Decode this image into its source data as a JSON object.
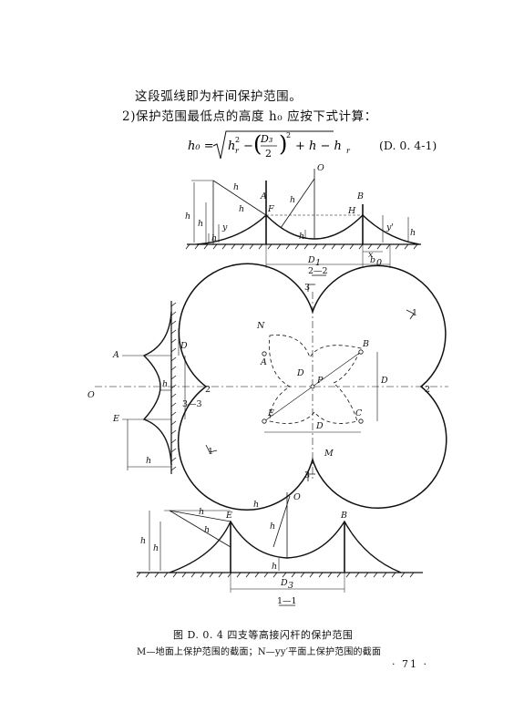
{
  "text": {
    "line1": "这段弧线即为杆间保护范围。",
    "line2": "2)保护范围最低点的高度 h₀ 应按下式计算：",
    "equation_number": "(D. 0. 4-1)"
  },
  "formula": {
    "lhs": "h₀ =",
    "hr": "h",
    "hr_sub": "r",
    "hr_sup": "2",
    "minus": "−",
    "frac_num": "D₃",
    "frac_den": "2",
    "sq": "2",
    "rest": "+ h − h",
    "rest_sub": "r"
  },
  "figure": {
    "sec22": "2—2",
    "sec11": "1—1",
    "sec33": "3—3",
    "labels": {
      "O": "O",
      "A": "A",
      "B": "B",
      "C": "C",
      "E": "E",
      "F": "F",
      "H": "H",
      "P": "P",
      "M": "M",
      "N": "N",
      "hr": "h",
      "h": "h",
      "y": "y",
      "yp": "y'",
      "hx": "h",
      "h0": "h",
      "x": "x",
      "D1": "D",
      "D2": "D",
      "D3": "D",
      "b0": "b",
      "sub_r": "r",
      "sub_x": "x",
      "sub_0": "0",
      "sub_1": "1",
      "sub_2": "2",
      "sub_3": "3",
      "n2": "2",
      "n3": "3",
      "n1": "1"
    }
  },
  "caption": {
    "title": "图 D. 0. 4    四支等高接闪杆的保护范围",
    "note": "M—地面上保护范围的截面；N—yy′平面上保护范围的截面"
  },
  "page_number": "· 71 ·"
}
